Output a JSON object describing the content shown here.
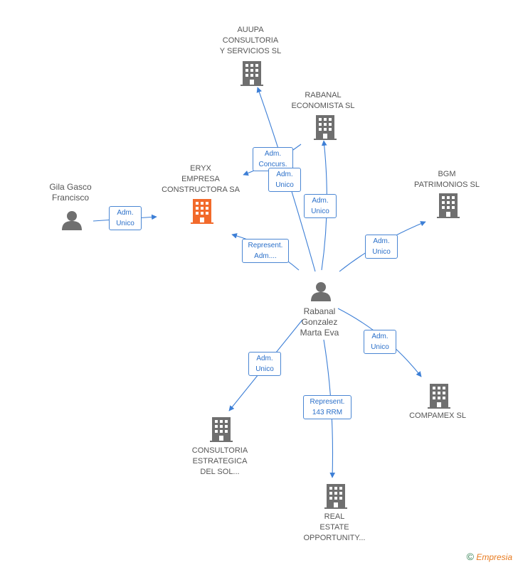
{
  "colors": {
    "edge": "#3d7fd6",
    "building": "#6f6f6f",
    "highlight": "#f26a2b",
    "person": "#6f6f6f"
  },
  "nodes": {
    "auupa": {
      "label": "AUUPA\nCONSULTORIA\nY SERVICIOS SL",
      "icon": "building-icon"
    },
    "rabanal_economista": {
      "label": "RABANAL\nECONOMISTA SL",
      "icon": "building-icon"
    },
    "eryx": {
      "label": "ERYX\nEMPRESA\nCONSTRUCTORA SA",
      "icon": "building-icon"
    },
    "gila": {
      "label": "Gila Gasco\nFrancisco",
      "icon": "person-icon"
    },
    "bgm": {
      "label": "BGM\nPATRIMONIOS SL",
      "icon": "building-icon"
    },
    "rabanal_eva": {
      "label": "Rabanal\nGonzalez\nMarta Eva",
      "icon": "person-icon"
    },
    "compamex": {
      "label": "COMPAMEX SL",
      "icon": "building-icon"
    },
    "consultoria": {
      "label": "CONSULTORIA\nESTRATEGICA\nDEL SOL...",
      "icon": "building-icon"
    },
    "real_estate": {
      "label": "REAL\nESTATE\nOPPORTUNITY...",
      "icon": "building-icon"
    }
  },
  "edges": {
    "gila_eryx": "Adm.\nUnico",
    "eva_eryx": "Represent.\nAdm....",
    "econ_eryx": "Adm.\nConcurs.",
    "eva_auupa": "Adm.\nUnico",
    "eva_econ": "Adm.\nUnico",
    "eva_bgm": "Adm.\nUnico",
    "eva_compamex": "Adm.\nUnico",
    "eva_consultoria": "Adm.\nUnico",
    "eva_real": "Represent.\n143 RRM"
  },
  "footer": {
    "copyright": "©",
    "brand": "Empresia"
  }
}
